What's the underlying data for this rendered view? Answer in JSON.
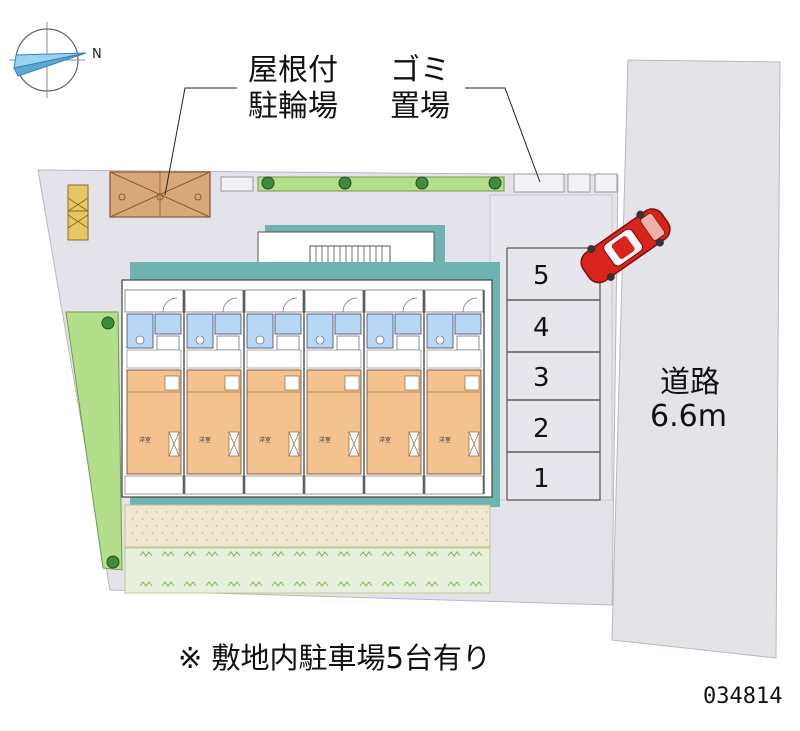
{
  "labels": {
    "bike_shelter_line1": "屋根付",
    "bike_shelter_line2": "駐輪場",
    "garbage_line1": "ゴミ",
    "garbage_line2": "置場",
    "road_line1": "道路",
    "road_line2": "6.6m",
    "note": "※ 敷地内駐車場5台有り",
    "property_code": "034814",
    "compass_letter": "N",
    "unit_room_label": "洋室"
  },
  "parking": {
    "slots": [
      "5",
      "4",
      "3",
      "2",
      "1"
    ]
  },
  "colors": {
    "site": "#e5e3ea",
    "parking": "#e7e6ec",
    "road": "#e3e3e8",
    "building": "#ffffff",
    "wall_shadow": "#6fb3b1",
    "unit_floor": "#f4c28e",
    "unit_bath": "#b6d8f4",
    "lawn": "#b4df8a",
    "tree": "#3f8a3b",
    "hedge": "#9acc69",
    "car": "#d9231d",
    "shelter_fill": "#d8a878",
    "gravel": "#efe7cf"
  }
}
